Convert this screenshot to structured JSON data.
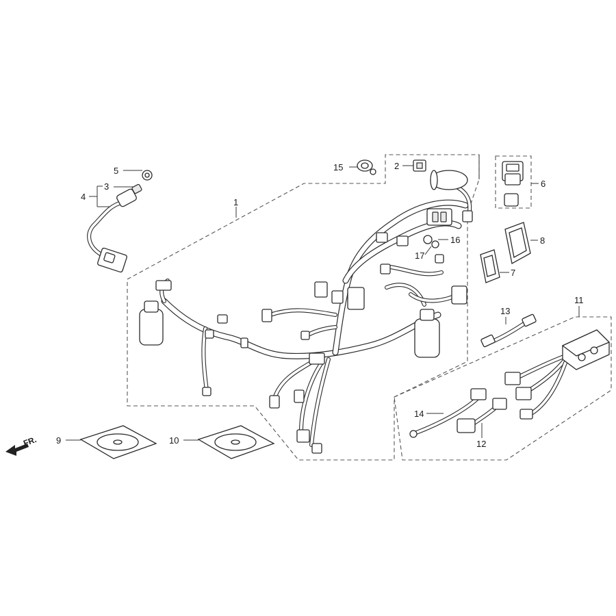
{
  "front_indicator": "FR.",
  "callouts": {
    "p1": "1",
    "p2": "2",
    "p3": "3",
    "p4": "4",
    "p5": "5",
    "p6": "6",
    "p7": "7",
    "p8": "8",
    "p9": "9",
    "p10": "10",
    "p11": "11",
    "p12": "12",
    "p13": "13",
    "p14": "14",
    "p15": "15",
    "p16": "16",
    "p17": "17"
  }
}
